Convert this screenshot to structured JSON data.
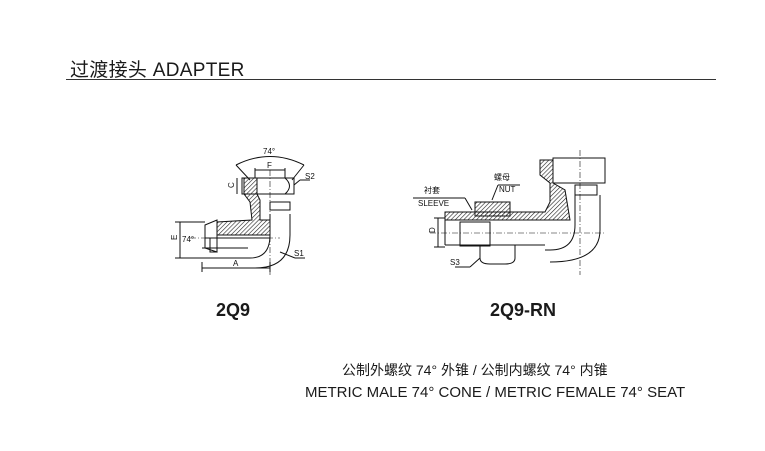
{
  "header": {
    "title": "过渡接头 ADAPTER"
  },
  "drawing_1": {
    "model": "2Q9",
    "labels": {
      "angle_top": "74°",
      "f": "F",
      "c": "C",
      "s2": "S2",
      "e": "E",
      "angle_left": "74°",
      "a": "A",
      "s1": "S1"
    }
  },
  "drawing_2": {
    "model": "2Q9-RN",
    "labels": {
      "nut_cn": "螺母",
      "nut": "NUT",
      "sleeve_cn": "衬套",
      "sleeve": "SLEEVE",
      "d": "D",
      "s3": "S3"
    }
  },
  "description": {
    "chinese": "公制外螺纹 74° 外锥 / 公制内螺纹 74° 内锥",
    "english": "METRIC MALE 74° CONE / METRIC FEMALE 74° SEAT"
  }
}
